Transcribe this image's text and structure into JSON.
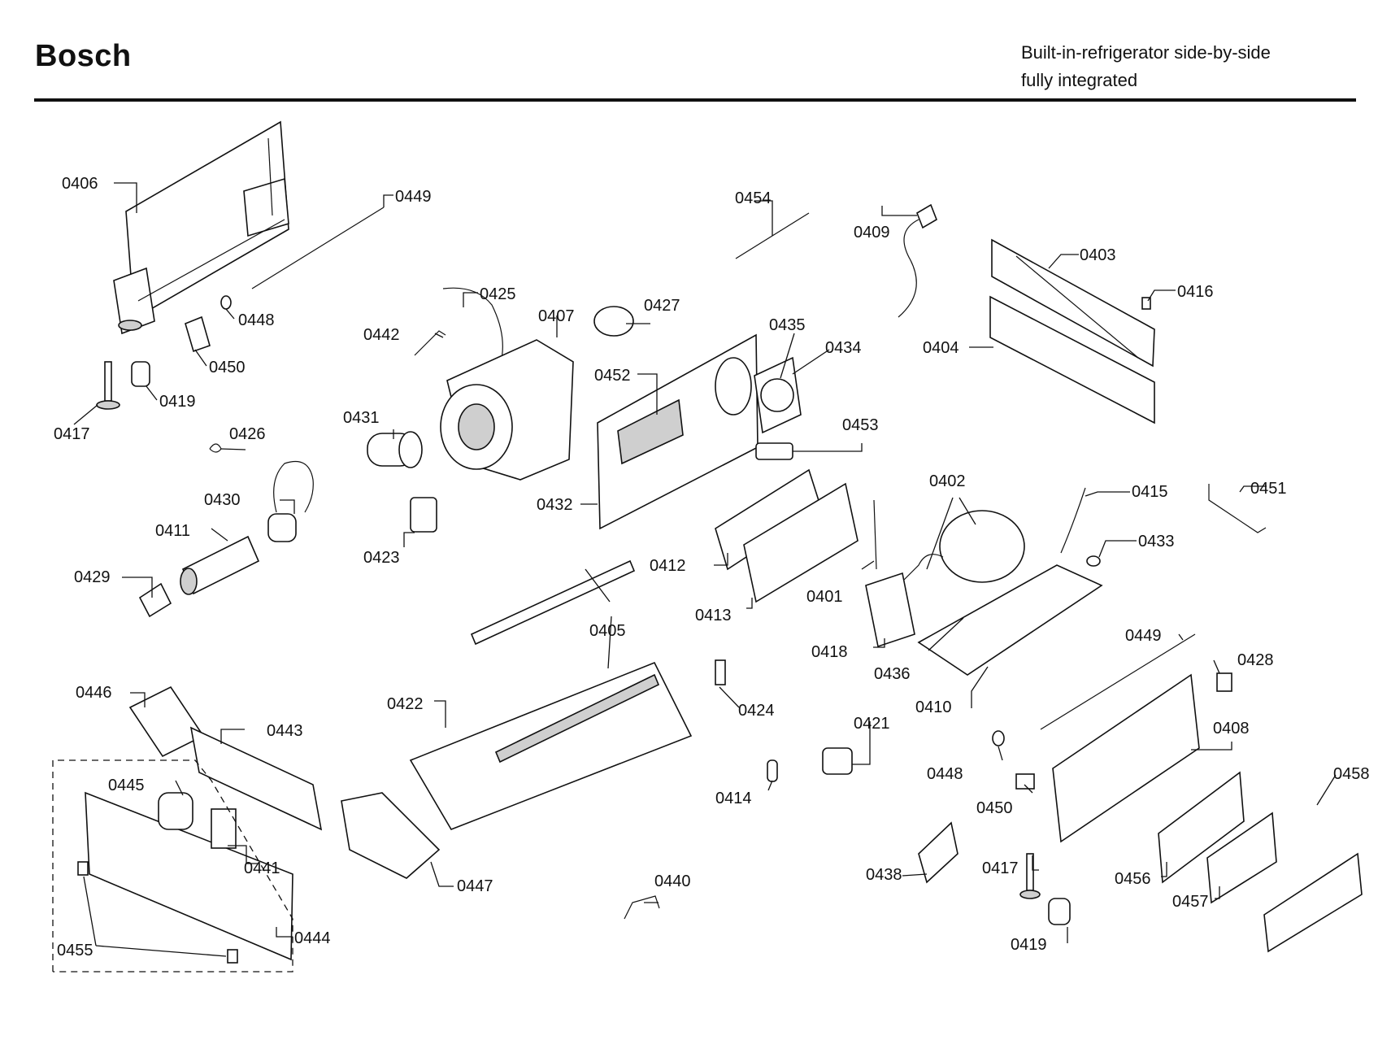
{
  "header": {
    "brand": "Bosch",
    "subtitle_line1": "Built-in-refrigerator side-by-side",
    "subtitle_line2": "fully integrated"
  },
  "parts": [
    {
      "id": "p0401",
      "number": "0401"
    },
    {
      "id": "p0402",
      "number": "0402"
    },
    {
      "id": "p0403",
      "number": "0403"
    },
    {
      "id": "p0404",
      "number": "0404"
    },
    {
      "id": "p0405",
      "number": "0405"
    },
    {
      "id": "p0406",
      "number": "0406"
    },
    {
      "id": "p0407",
      "number": "0407"
    },
    {
      "id": "p0408",
      "number": "0408"
    },
    {
      "id": "p0409",
      "number": "0409"
    },
    {
      "id": "p0410",
      "number": "0410"
    },
    {
      "id": "p0411",
      "number": "0411"
    },
    {
      "id": "p0412",
      "number": "0412"
    },
    {
      "id": "p0413",
      "number": "0413"
    },
    {
      "id": "p0414",
      "number": "0414"
    },
    {
      "id": "p0415",
      "number": "0415"
    },
    {
      "id": "p0416",
      "number": "0416"
    },
    {
      "id": "p0417a",
      "number": "0417"
    },
    {
      "id": "p0417b",
      "number": "0417"
    },
    {
      "id": "p0418",
      "number": "0418"
    },
    {
      "id": "p0419a",
      "number": "0419"
    },
    {
      "id": "p0419b",
      "number": "0419"
    },
    {
      "id": "p0421",
      "number": "0421"
    },
    {
      "id": "p0422",
      "number": "0422"
    },
    {
      "id": "p0423",
      "number": "0423"
    },
    {
      "id": "p0424",
      "number": "0424"
    },
    {
      "id": "p0425",
      "number": "0425"
    },
    {
      "id": "p0426",
      "number": "0426"
    },
    {
      "id": "p0427",
      "number": "0427"
    },
    {
      "id": "p0428",
      "number": "0428"
    },
    {
      "id": "p0429",
      "number": "0429"
    },
    {
      "id": "p0430",
      "number": "0430"
    },
    {
      "id": "p0431",
      "number": "0431"
    },
    {
      "id": "p0432",
      "number": "0432"
    },
    {
      "id": "p0433",
      "number": "0433"
    },
    {
      "id": "p0434",
      "number": "0434"
    },
    {
      "id": "p0435",
      "number": "0435"
    },
    {
      "id": "p0436",
      "number": "0436"
    },
    {
      "id": "p0438",
      "number": "0438"
    },
    {
      "id": "p0440",
      "number": "0440"
    },
    {
      "id": "p0441",
      "number": "0441"
    },
    {
      "id": "p0442",
      "number": "0442"
    },
    {
      "id": "p0443",
      "number": "0443"
    },
    {
      "id": "p0444",
      "number": "0444"
    },
    {
      "id": "p0445",
      "number": "0445"
    },
    {
      "id": "p0446",
      "number": "0446"
    },
    {
      "id": "p0447",
      "number": "0447"
    },
    {
      "id": "p0448a",
      "number": "0448"
    },
    {
      "id": "p0448b",
      "number": "0448"
    },
    {
      "id": "p0449a",
      "number": "0449"
    },
    {
      "id": "p0449b",
      "number": "0449"
    },
    {
      "id": "p0450a",
      "number": "0450"
    },
    {
      "id": "p0450b",
      "number": "0450"
    },
    {
      "id": "p0451",
      "number": "0451"
    },
    {
      "id": "p0452",
      "number": "0452"
    },
    {
      "id": "p0453",
      "number": "0453"
    },
    {
      "id": "p0454",
      "number": "0454"
    },
    {
      "id": "p0455",
      "number": "0455"
    },
    {
      "id": "p0456",
      "number": "0456"
    },
    {
      "id": "p0457",
      "number": "0457"
    },
    {
      "id": "p0458",
      "number": "0458"
    }
  ]
}
